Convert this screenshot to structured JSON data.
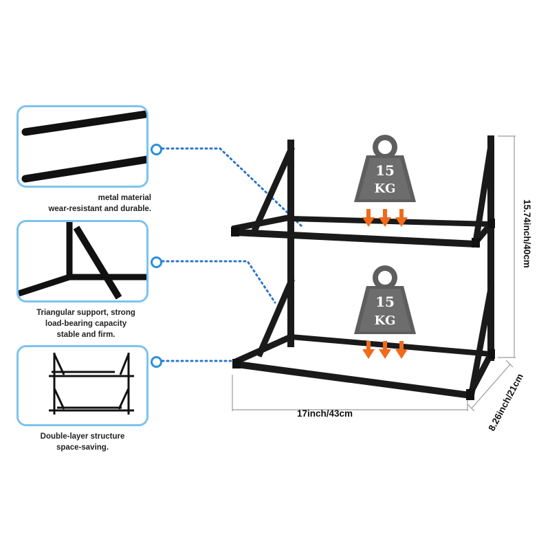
{
  "callouts": [
    {
      "icon": "metal-tube-closeup",
      "caption_lines": [
        "metal material",
        "wear-resistant and durable."
      ]
    },
    {
      "icon": "triangle-support-closeup",
      "caption_lines": [
        "Triangular support, strong",
        "load-bearing capacity",
        "stable and firm."
      ]
    },
    {
      "icon": "double-layer-closeup",
      "caption_lines": [
        "Double-layer structure",
        "space-saving."
      ]
    }
  ],
  "weights": [
    {
      "number": "15",
      "unit": "KG"
    },
    {
      "number": "15",
      "unit": "KG"
    }
  ],
  "dimensions": {
    "height": "15.74inch/40cm",
    "width": "17inch/43cm",
    "depth": "8.26inch/21cm"
  },
  "colors": {
    "accent": "#2a8fd8",
    "box_border": "#7cc3ee",
    "arrow": "#f06a1c",
    "rack": "#1a1a1a",
    "weight": "#5e5e5e"
  }
}
